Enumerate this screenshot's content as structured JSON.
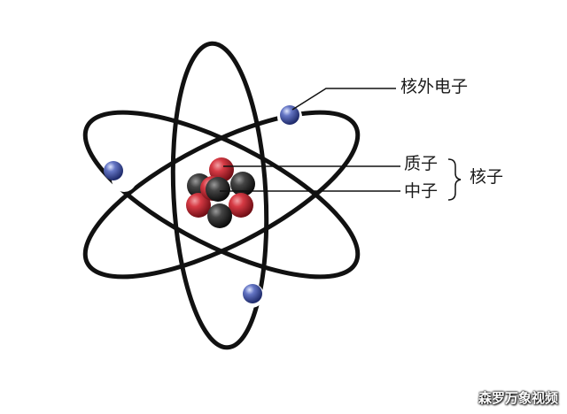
{
  "labels": {
    "electron": "核外电子",
    "proton": "质子",
    "neutron": "中子",
    "nucleus": "核子"
  },
  "watermark": "森罗万象视频",
  "colors": {
    "orbit": "#111111",
    "electron": "#3f4f9c",
    "proton": "#c4242f",
    "neutron": "#2b2b2b",
    "leader_line": "#111111"
  }
}
